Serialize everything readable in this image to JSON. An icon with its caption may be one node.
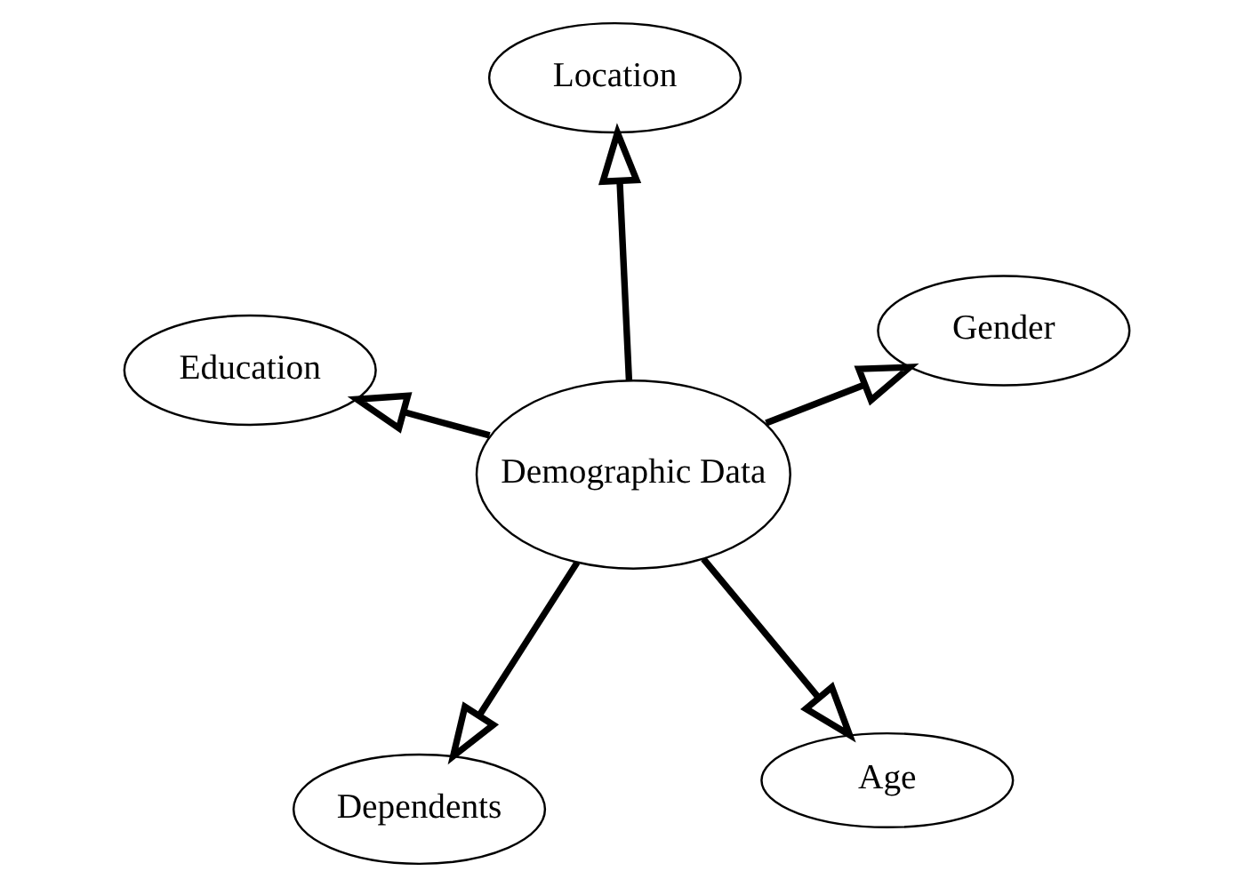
{
  "diagram": {
    "nodes": [
      {
        "text": [
          "Demographic Data"
        ]
      },
      {
        "text": [
          "Age"
        ]
      },
      {
        "text": [
          "Dependents"
        ]
      },
      {
        "text": [
          "Education"
        ]
      },
      {
        "text": [
          "Gender"
        ]
      },
      {
        "text": [
          "Location"
        ]
      }
    ],
    "edges": [
      {
        "from": 0,
        "to": 1,
        "arrow": "to"
      },
      {
        "from": 0,
        "to": 2,
        "arrow": "to"
      },
      {
        "from": 0,
        "to": 3,
        "arrow": "to"
      },
      {
        "from": 0,
        "to": 4,
        "arrow": "to"
      },
      {
        "from": 0,
        "to": 5,
        "arrow": "to"
      }
    ]
  }
}
